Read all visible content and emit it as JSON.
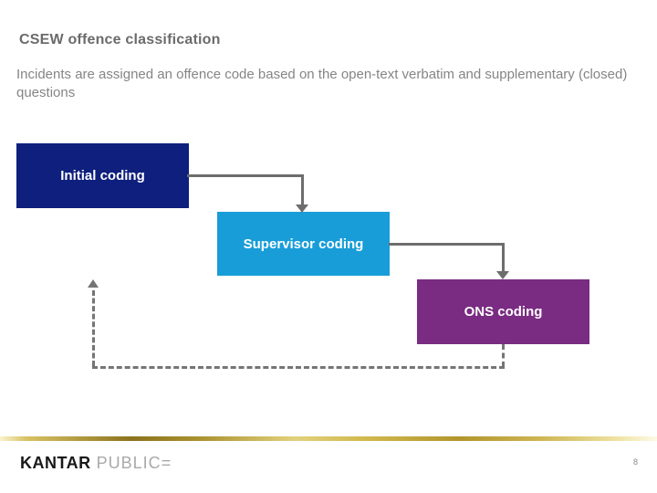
{
  "slide": {
    "title": "CSEW offence classification",
    "subtitle": "Incidents are assigned an offence code based on the open-text verbatim and supplementary (closed) questions",
    "page_number": "8",
    "background_color": "#ffffff"
  },
  "diagram": {
    "type": "flowchart",
    "nodes": [
      {
        "id": "initial",
        "label": "Initial coding",
        "color": "#0e1f7d",
        "text_color": "#ffffff"
      },
      {
        "id": "supervisor",
        "label": "Supervisor coding",
        "color": "#189dd8",
        "text_color": "#ffffff"
      },
      {
        "id": "ons",
        "label": "ONS coding",
        "color": "#7a2b82",
        "text_color": "#ffffff"
      }
    ],
    "edges": [
      {
        "from": "initial",
        "to": "supervisor",
        "style": "solid",
        "arrow": "down"
      },
      {
        "from": "supervisor",
        "to": "ons",
        "style": "solid",
        "arrow": "down"
      },
      {
        "from": "ons",
        "to": "initial",
        "style": "dashed",
        "arrow": "up",
        "meaning": "feedback loop"
      }
    ],
    "connector_color": "#6d6d6d",
    "dashed_connector_color": "#757575"
  },
  "footer": {
    "brand": "KANTAR",
    "division": "PUBLIC",
    "equals_mark": "=",
    "accent_line_color": "#b2952c"
  }
}
